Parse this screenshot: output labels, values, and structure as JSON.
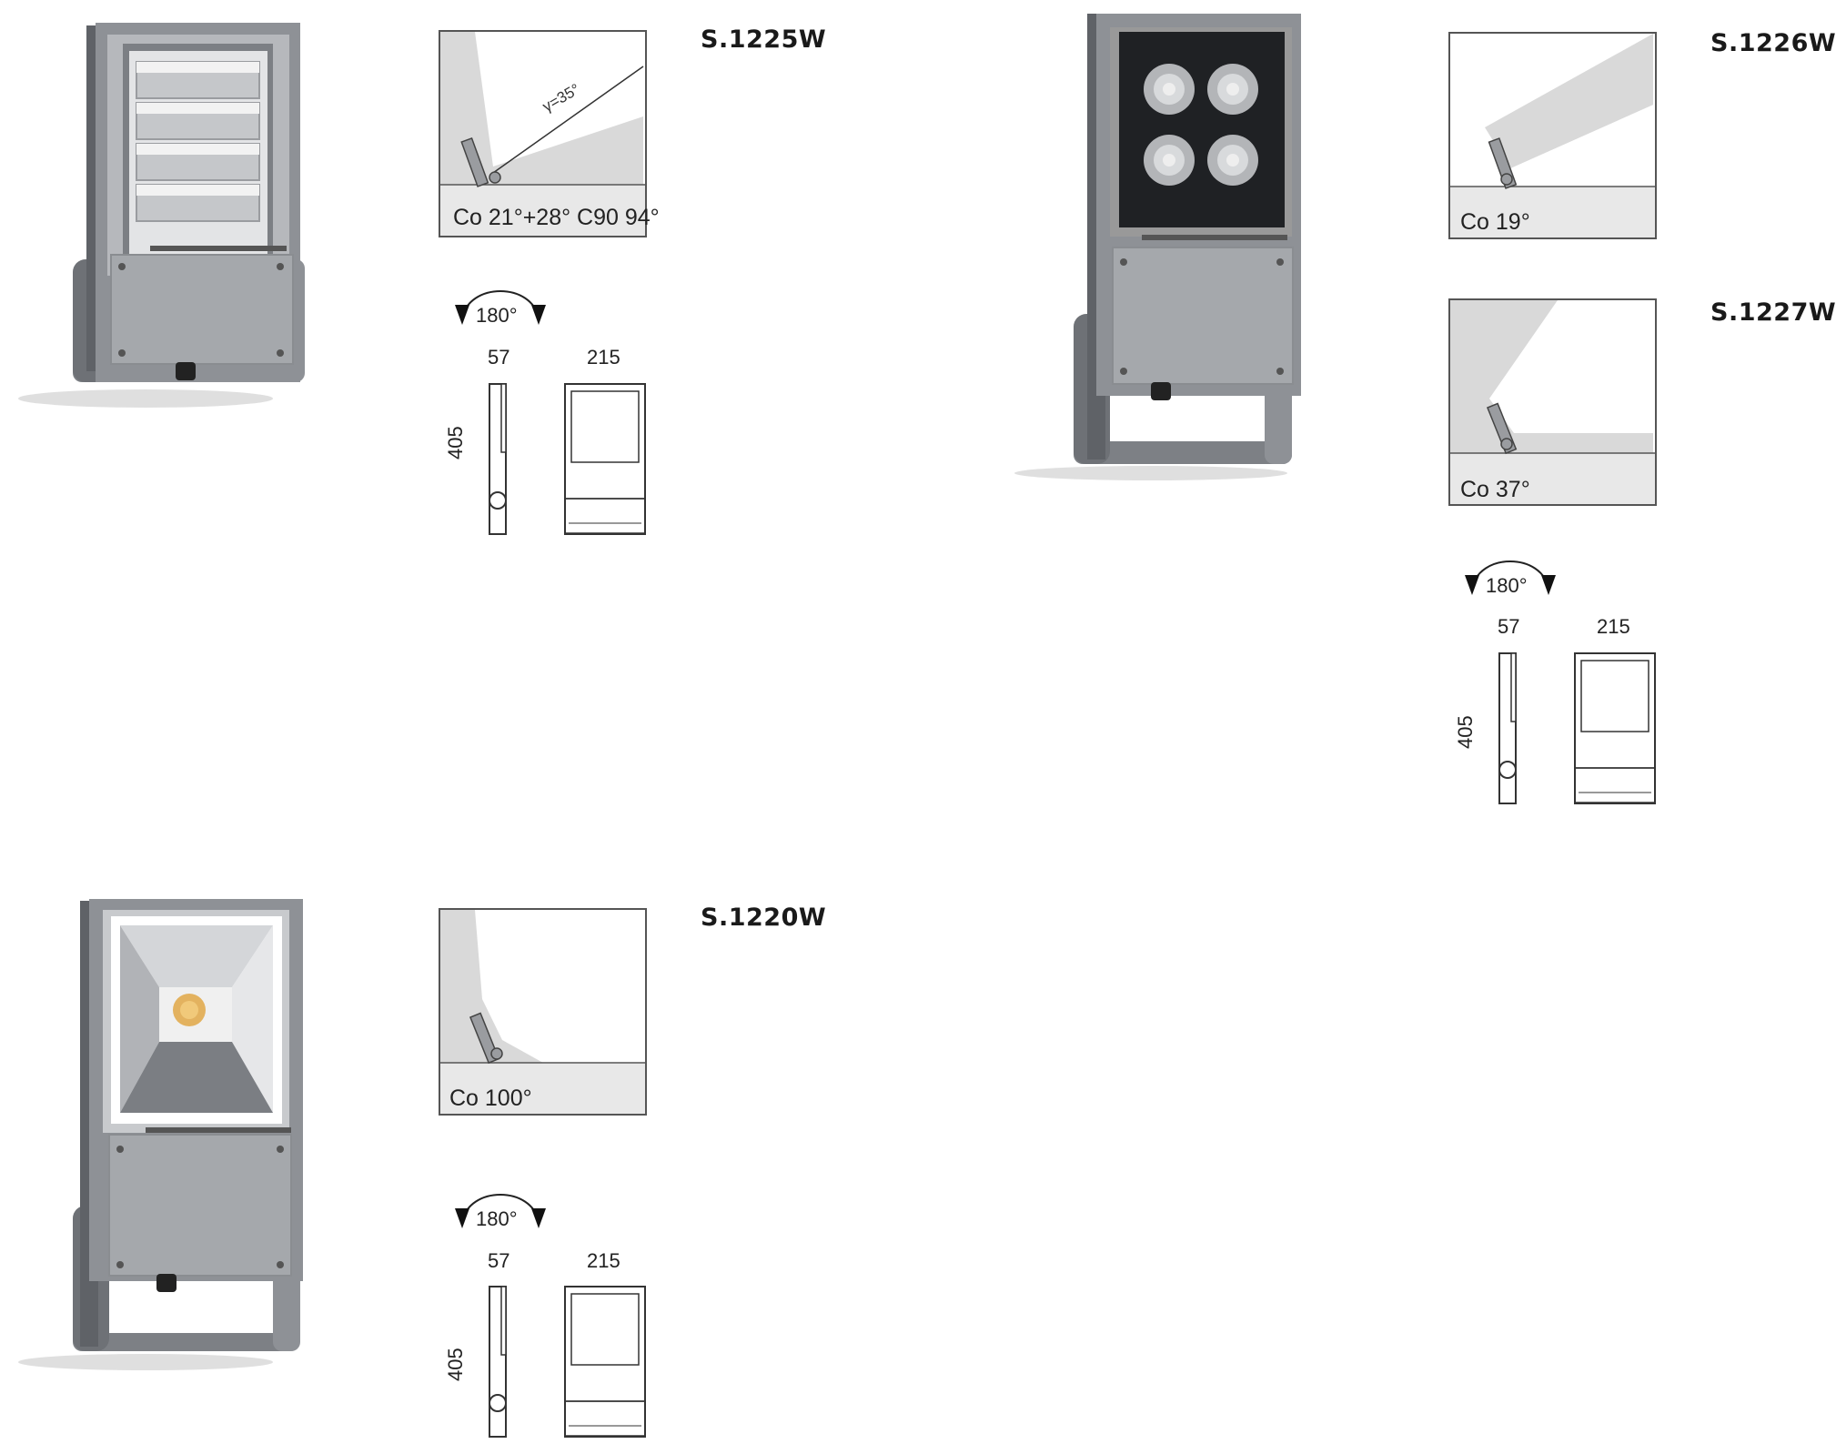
{
  "products": [
    {
      "code": "S.1225W",
      "beam_caption": "Co 21°+28° C90 94°",
      "tilt_label": "γ=35°",
      "rotation": "180°",
      "dims": {
        "depth": "57",
        "width": "215",
        "height": "405"
      },
      "optic": "louvre-grille"
    },
    {
      "code": "S.1226W",
      "beam_caption": "Co 19°",
      "optic": "four-lens-led"
    },
    {
      "code": "S.1227W",
      "beam_caption": "Co 37°",
      "rotation": "180°",
      "dims": {
        "depth": "57",
        "width": "215",
        "height": "405"
      }
    },
    {
      "code": "S.1220W",
      "beam_caption": "Co 100°",
      "rotation": "180°",
      "dims": {
        "depth": "57",
        "width": "215",
        "height": "405"
      },
      "optic": "single-cob-reflector"
    }
  ],
  "colors": {
    "housing": "#8e9196",
    "housing_dark": "#5f6267",
    "beam_fill": "#d9d9d9",
    "floor_fill": "#e8e8e8",
    "frame": "#555555"
  }
}
